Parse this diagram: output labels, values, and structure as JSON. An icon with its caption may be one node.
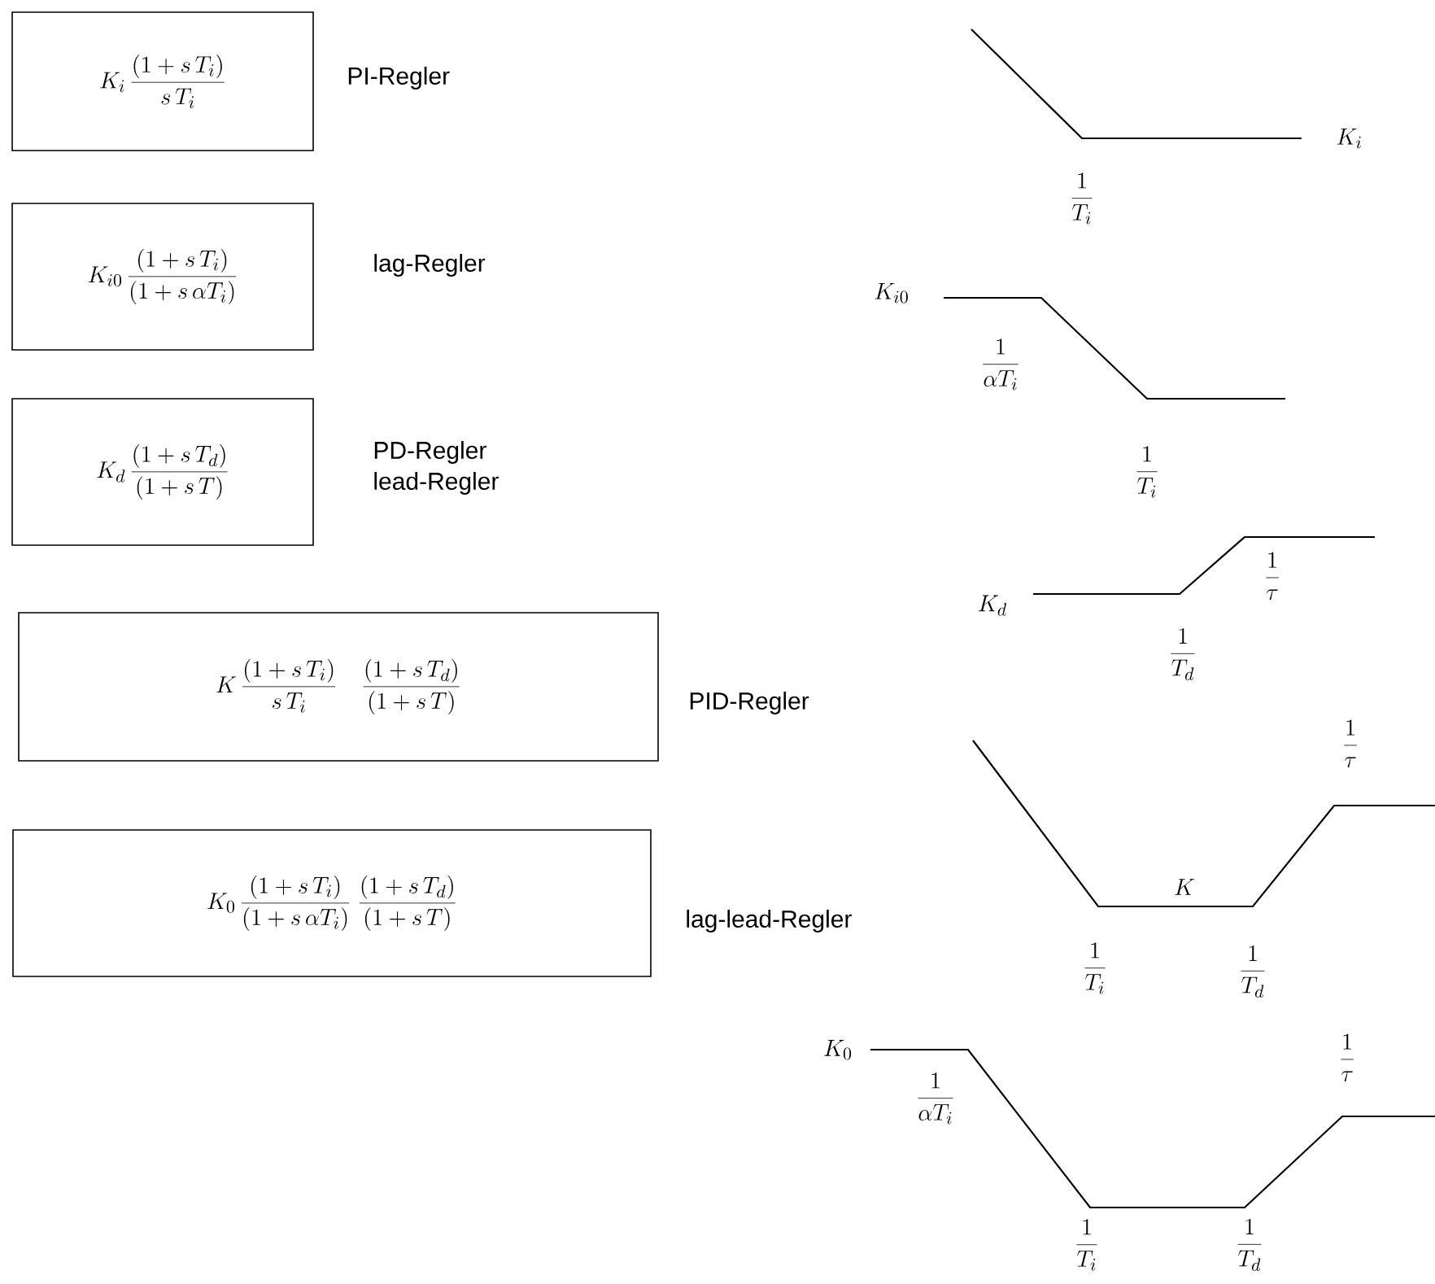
{
  "diagram": {
    "nodes": [
      {
        "text": [
          "K_{i}\\,\\frac{(1 + s\\,T_{i})}{s\\,T_{i}}"
        ],
        "beside": [
          "PI-Regler"
        ]
      },
      {
        "text": [
          "K_{i0}\\,\\frac{(1 + s\\,T_{i})}{(1 + s\\,\\alpha T_{i})}"
        ],
        "beside": [
          "lag-Regler"
        ]
      },
      {
        "text": [
          "K_{d}\\,\\frac{(1 + s\\,T_{d})}{(1 + s\\,T)}"
        ],
        "beside": [
          "PD-Regler",
          "lead-Regler"
        ]
      },
      {
        "text": [
          "K\\,\\frac{(1 + s\\,T_{i})}{s\\,T_{i}}\\quad\\frac{(1 + s\\,T_{d})}{(1 + s\\,T)}"
        ],
        "beside": [
          "PID-Regler"
        ]
      },
      {
        "text": [
          "K_{0}\\,\\frac{(1 + s\\,T_{i})}{(1 + s\\,\\alpha T_{i})}\\;\\frac{(1 + s\\,T_{d})}{(1 + s\\,T)}"
        ],
        "beside": [
          "lag-lead-Regler"
        ]
      }
    ],
    "labels": [
      "K_{i}",
      "\\frac{1}{T_{i}}",
      "K_{i0}",
      "\\frac{1}{\\alpha T_{i}}",
      "\\frac{1}{T_{i}}",
      "\\frac{1}{\\tau}",
      "K_{d}",
      "\\frac{1}{T_{d}}",
      "\\frac{1}{\\tau}",
      "K",
      "\\frac{1}{T_{i}}",
      "\\frac{1}{T_{d}}",
      "K_{0}",
      "\\frac{1}{\\alpha T_{i}}",
      "\\frac{1}{\\tau}",
      "\\frac{1}{T_{i}}",
      "\\frac{1}{T_{d}}"
    ]
  }
}
